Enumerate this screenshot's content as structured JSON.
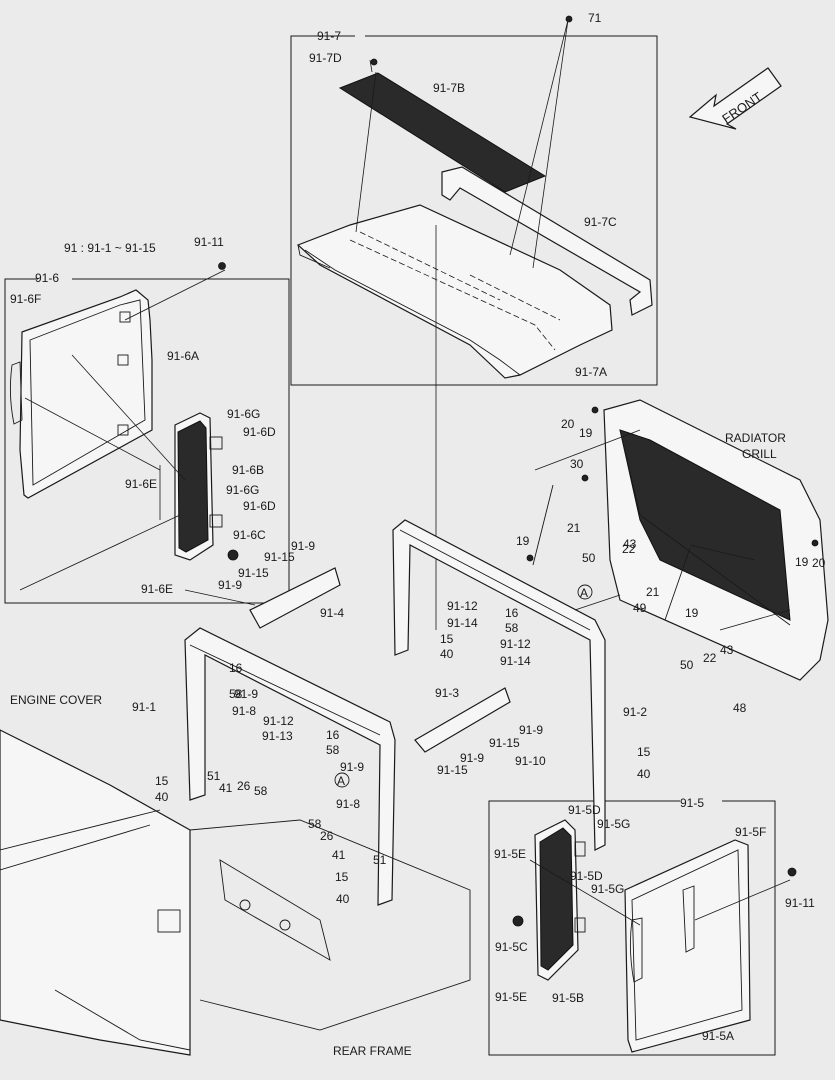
{
  "title_note": "91 : 91-1 ~ 91-15",
  "front_label": "FRONT",
  "region_labels": {
    "radiator_grill_line1": "RADIATOR",
    "radiator_grill_line2": "GRILL",
    "engine_cover": "ENGINE COVER",
    "rear_frame": "REAR FRAME"
  },
  "callout_circle": "A",
  "part_labels": [
    "71",
    "91-7",
    "91-7D",
    "91-7B",
    "91-7C",
    "91-7A",
    "91-11",
    "91-6",
    "91-6F",
    "91-6A",
    "91-6G",
    "91-6D",
    "91-6B",
    "91-6E",
    "91-6G",
    "91-6D",
    "91-6C",
    "91-6E",
    "20",
    "19",
    "30",
    "21",
    "19",
    "50",
    "22",
    "43",
    "49",
    "21",
    "19",
    "20",
    "19",
    "50",
    "22",
    "43",
    "48",
    "91-15",
    "91-9",
    "91-15",
    "91-9",
    "91-4",
    "91-12",
    "16",
    "91-14",
    "58",
    "15",
    "40",
    "91-12",
    "91-14",
    "16",
    "58",
    "91-9",
    "91-8",
    "91-1",
    "91-12",
    "91-13",
    "16",
    "58",
    "91-3",
    "91-9",
    "91-15",
    "91-9",
    "91-15",
    "91-2",
    "15",
    "40",
    "91-10",
    "15",
    "40",
    "51",
    "41",
    "26",
    "58",
    "91-9",
    "91-8",
    "58",
    "26",
    "41",
    "51",
    "15",
    "40",
    "91-5",
    "91-5D",
    "91-5G",
    "91-5F",
    "91-5E",
    "91-5D",
    "91-5G",
    "91-11",
    "91-5C",
    "91-5E",
    "91-5B",
    "91-5A"
  ]
}
